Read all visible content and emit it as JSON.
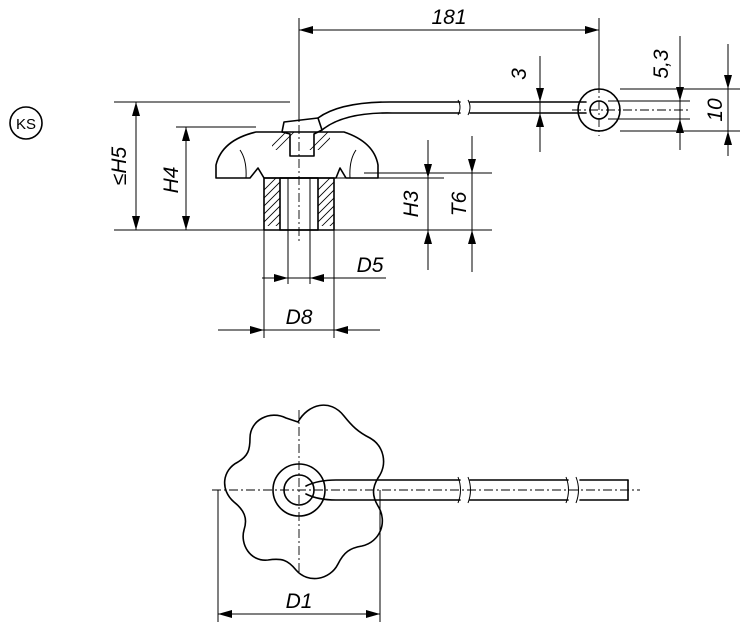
{
  "badge": "KS",
  "dimensions": {
    "length": "181",
    "wire": "3",
    "eye_inner": "5,3",
    "eye_outer": "10",
    "h5": "≤H5",
    "h4": "H4",
    "h3": "H3",
    "t6": "T6",
    "d5": "D5",
    "d8": "D8",
    "d1": "D1"
  }
}
